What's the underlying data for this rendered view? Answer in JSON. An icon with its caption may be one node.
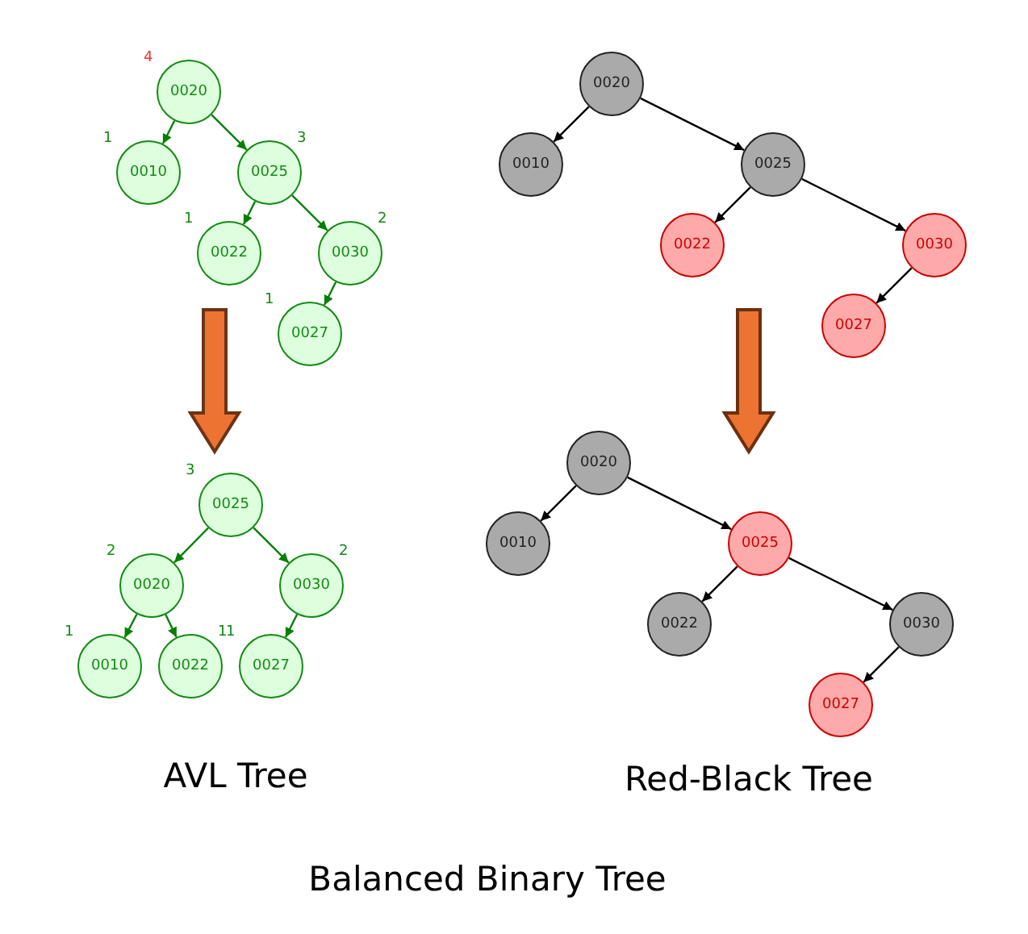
{
  "diagram": {
    "title": "Balanced Binary Tree",
    "nodes": [
      {
        "text": [
          "0020"
        ],
        "beside": [
          "4"
        ]
      },
      {
        "text": [
          "0010"
        ],
        "beside": [
          "1"
        ]
      },
      {
        "text": [
          "0025"
        ],
        "beside": [
          "3"
        ]
      },
      {
        "text": [
          "0022"
        ],
        "beside": [
          "1"
        ]
      },
      {
        "text": [
          "0030"
        ],
        "beside": [
          "2"
        ]
      },
      {
        "text": [
          "0027"
        ],
        "beside": [
          "1"
        ]
      },
      {
        "text": [
          "0025"
        ],
        "beside": [
          "3"
        ]
      },
      {
        "text": [
          "0020"
        ],
        "beside": [
          "2"
        ]
      },
      {
        "text": [
          "0030"
        ],
        "beside": [
          "2"
        ]
      },
      {
        "text": [
          "0010"
        ],
        "beside": [
          "1"
        ]
      },
      {
        "text": [
          "0022"
        ],
        "beside": [
          "1"
        ]
      },
      {
        "text": [
          "0027"
        ],
        "beside": [
          "1"
        ]
      },
      {
        "text": [
          "0020"
        ]
      },
      {
        "text": [
          "0010"
        ]
      },
      {
        "text": [
          "0025"
        ]
      },
      {
        "text": [
          "0022"
        ]
      },
      {
        "text": [
          "0030"
        ]
      },
      {
        "text": [
          "0027"
        ]
      },
      {
        "text": [
          "0020"
        ]
      },
      {
        "text": [
          "0010"
        ]
      },
      {
        "text": [
          "0025"
        ]
      },
      {
        "text": [
          "0022"
        ]
      },
      {
        "text": [
          "0030"
        ]
      },
      {
        "text": [
          "0027"
        ]
      }
    ],
    "edges": [
      {
        "from": 0,
        "to": 1,
        "arrow": "to",
        "color": "#008000"
      },
      {
        "from": 0,
        "to": 2,
        "arrow": "to",
        "color": "#008000"
      },
      {
        "from": 2,
        "to": 3,
        "arrow": "to",
        "color": "#008000"
      },
      {
        "from": 2,
        "to": 4,
        "arrow": "to",
        "color": "#008000"
      },
      {
        "from": 4,
        "to": 5,
        "arrow": "to",
        "color": "#008000"
      },
      {
        "from": 6,
        "to": 7,
        "arrow": "to",
        "color": "#008000"
      },
      {
        "from": 6,
        "to": 8,
        "arrow": "to",
        "color": "#008000"
      },
      {
        "from": 7,
        "to": 9,
        "arrow": "to",
        "color": "#008000"
      },
      {
        "from": 7,
        "to": 10,
        "arrow": "to",
        "color": "#008000"
      },
      {
        "from": 8,
        "to": 11,
        "arrow": "to",
        "color": "#008000"
      },
      {
        "from": 12,
        "to": 13,
        "arrow": "to",
        "color": "#000000"
      },
      {
        "from": 12,
        "to": 14,
        "arrow": "to",
        "color": "#000000"
      },
      {
        "from": 14,
        "to": 15,
        "arrow": "to",
        "color": "#000000"
      },
      {
        "from": 14,
        "to": 16,
        "arrow": "to",
        "color": "#000000"
      },
      {
        "from": 16,
        "to": 17,
        "arrow": "to",
        "color": "#000000"
      },
      {
        "from": 18,
        "to": 19,
        "arrow": "to",
        "color": "#000000"
      },
      {
        "from": 18,
        "to": 20,
        "arrow": "to",
        "color": "#000000"
      },
      {
        "from": 20,
        "to": 21,
        "arrow": "to",
        "color": "#000000"
      },
      {
        "from": 20,
        "to": 22,
        "arrow": "to",
        "color": "#000000"
      },
      {
        "from": 22,
        "to": 23,
        "arrow": "to",
        "color": "#000000"
      },
      {
        "from": null,
        "to": 6,
        "arrow": "to",
        "style": "thick",
        "color": "#ed7332"
      }
    ],
    "labels": [
      "AVL Tree",
      "Red-Black Tree"
    ]
  }
}
